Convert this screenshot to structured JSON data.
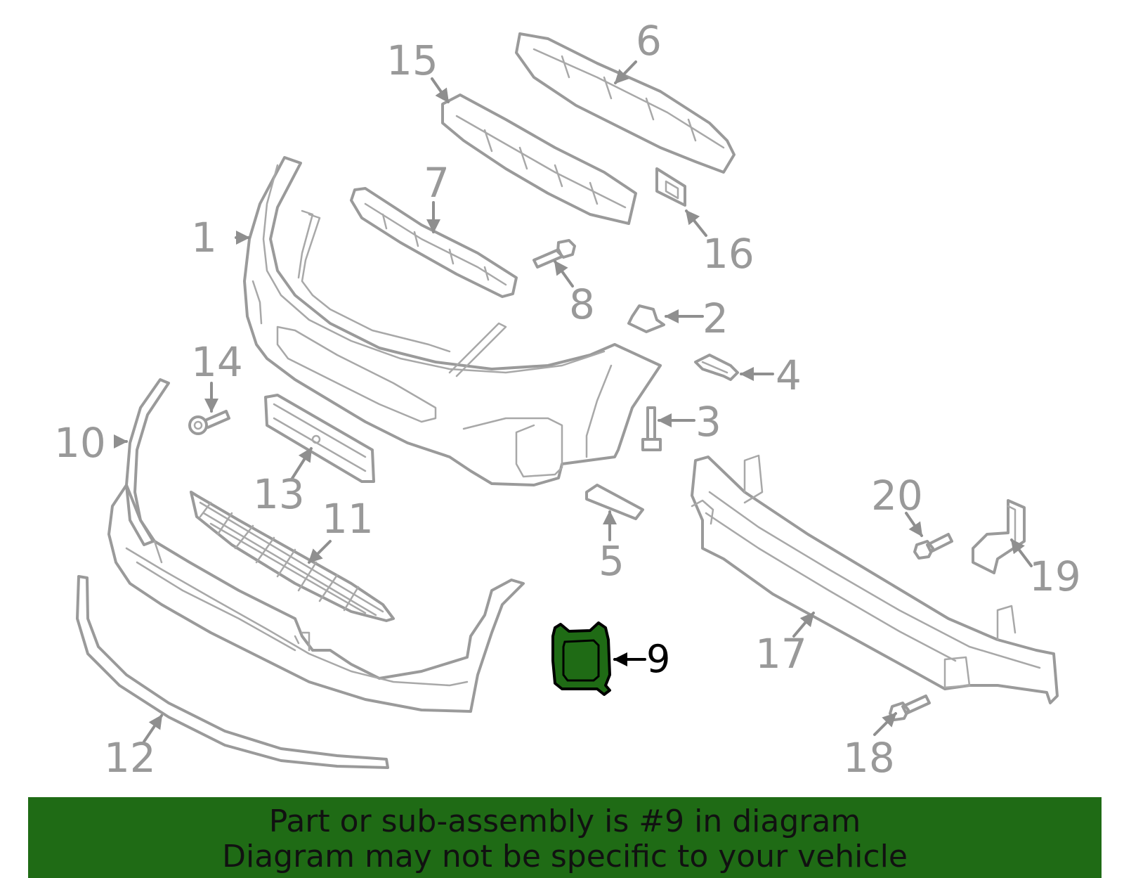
{
  "diagram": {
    "highlighted_part": "9",
    "highlight_color": "#1f6b15",
    "callouts": {
      "c1": "1",
      "c2": "2",
      "c3": "3",
      "c4": "4",
      "c5": "5",
      "c6": "6",
      "c7": "7",
      "c8": "8",
      "c9": "9",
      "c10": "10",
      "c11": "11",
      "c12": "12",
      "c13": "13",
      "c14": "14",
      "c15": "15",
      "c16": "16",
      "c17": "17",
      "c18": "18",
      "c19": "19",
      "c20": "20"
    }
  },
  "banner": {
    "line1": "Part or sub-assembly is #9 in diagram",
    "line2": "Diagram may not be specific to your vehicle",
    "background": "#1f6b15"
  }
}
